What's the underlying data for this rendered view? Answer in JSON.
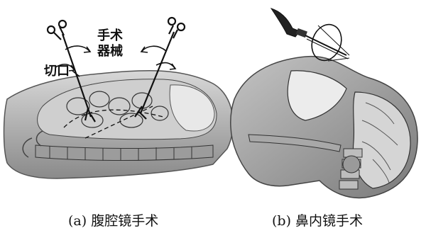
{
  "panel_a": {
    "annotations": {
      "instruments_line1": "手术",
      "instruments_line2": "器械",
      "incision": "切口"
    },
    "caption": "(a) 腹腔镜手术"
  },
  "panel_b": {
    "caption": "(b) 鼻内镜手术"
  }
}
